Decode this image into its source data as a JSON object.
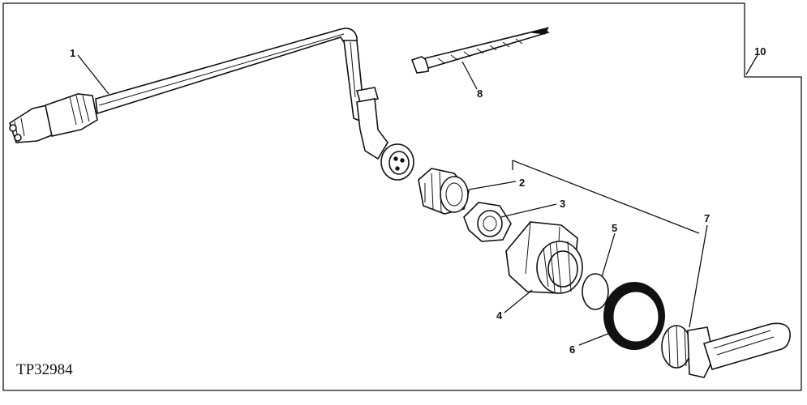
{
  "figure": {
    "code": "TP32984",
    "callouts": [
      "1",
      "2",
      "3",
      "4",
      "5",
      "6",
      "7",
      "8",
      "10"
    ]
  }
}
